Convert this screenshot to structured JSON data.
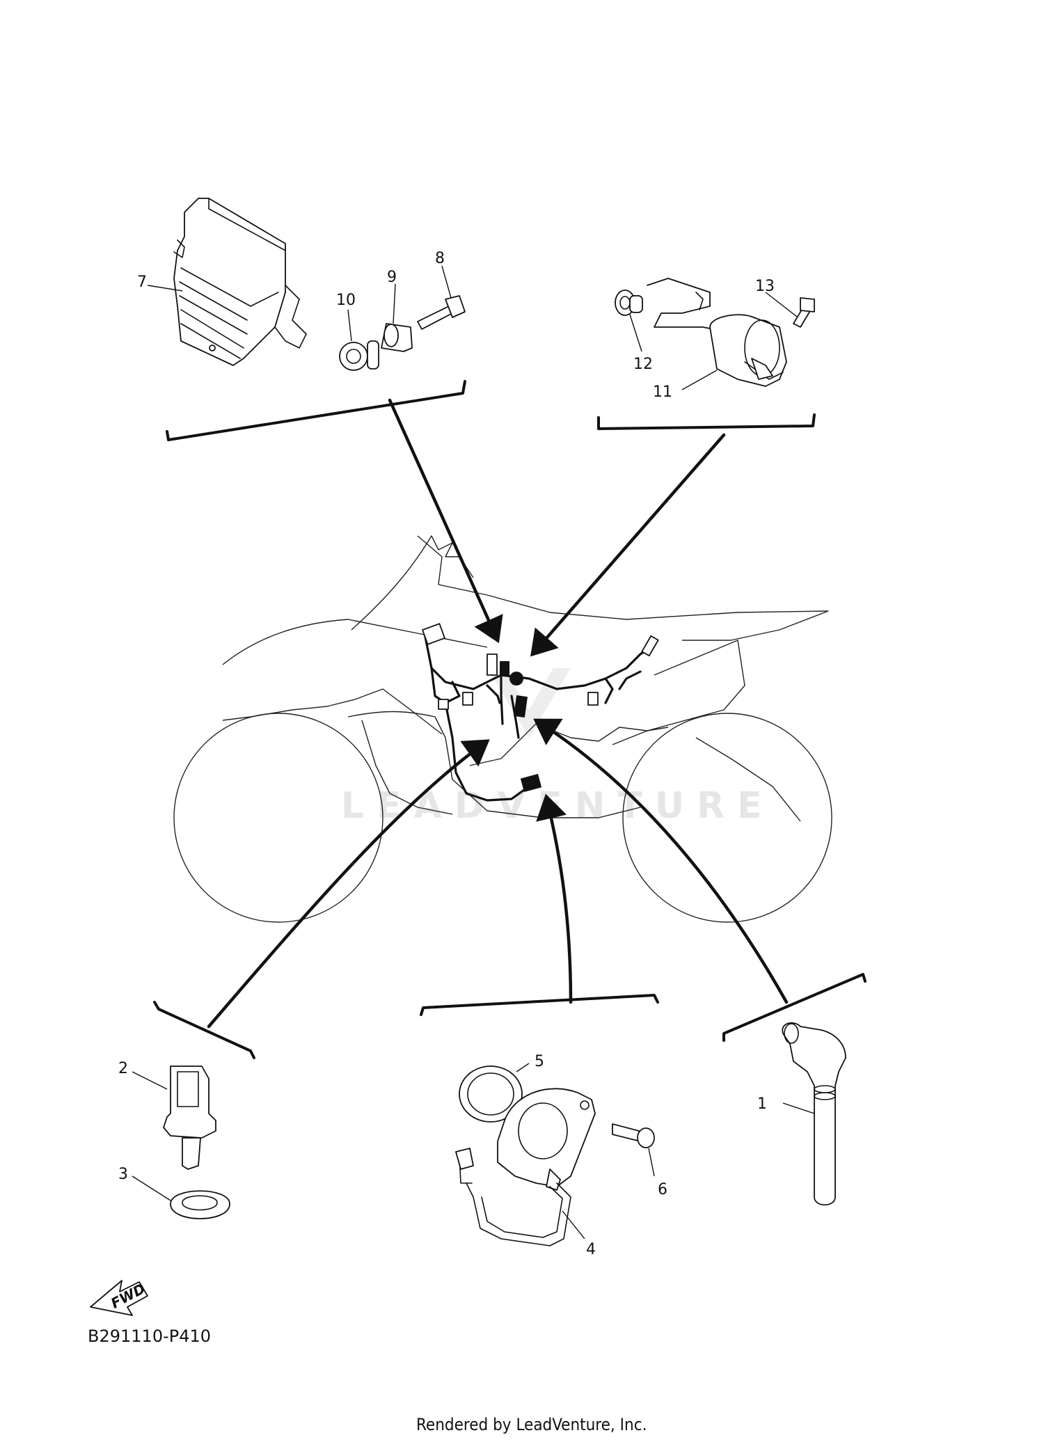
{
  "callouts": [
    {
      "id": "1",
      "text": "1"
    },
    {
      "id": "2",
      "text": "2"
    },
    {
      "id": "3",
      "text": "3"
    },
    {
      "id": "4",
      "text": "4"
    },
    {
      "id": "5",
      "text": "5"
    },
    {
      "id": "6",
      "text": "6"
    },
    {
      "id": "7",
      "text": "7"
    },
    {
      "id": "8",
      "text": "8"
    },
    {
      "id": "9",
      "text": "9"
    },
    {
      "id": "10",
      "text": "10"
    },
    {
      "id": "11",
      "text": "11"
    },
    {
      "id": "12",
      "text": "12"
    },
    {
      "id": "13",
      "text": "13"
    }
  ],
  "fwd_label": "FWD",
  "diagram_code": "B291110-P410",
  "credit": "Rendered by LeadVenture, Inc.",
  "watermark": "LEADVENTURE"
}
